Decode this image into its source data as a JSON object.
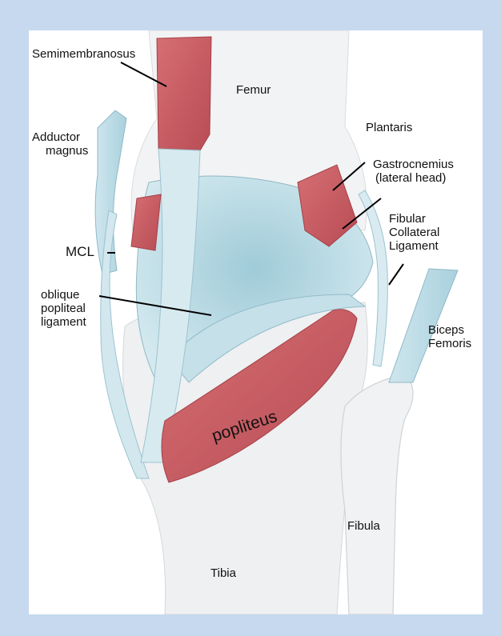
{
  "labels": {
    "semimembranosus": "Semimembranosus",
    "femur": "Femur",
    "adductor_line1": "Adductor",
    "adductor_line2": "magnus",
    "plantaris": "Plantaris",
    "gastro_line1": "Gastrocnemius",
    "gastro_line2": "(lateral head)",
    "fibular_line1": "Fibular",
    "fibular_line2": "Collateral",
    "fibular_line3": "Ligament",
    "mcl": "MCL",
    "oblique_line1": "oblique",
    "oblique_line2": "popliteal",
    "oblique_line3": "ligament",
    "biceps_line1": "Biceps",
    "biceps_line2": "Femoris",
    "popliteus": "popliteus",
    "fibula": "Fibula",
    "tibia": "Tibia"
  },
  "colors": {
    "frame": "#c6d9ef",
    "panel": "#ffffff",
    "muscle": "#c85a60",
    "ligament": "#b9dbe6",
    "bone": "#eef0f1"
  }
}
